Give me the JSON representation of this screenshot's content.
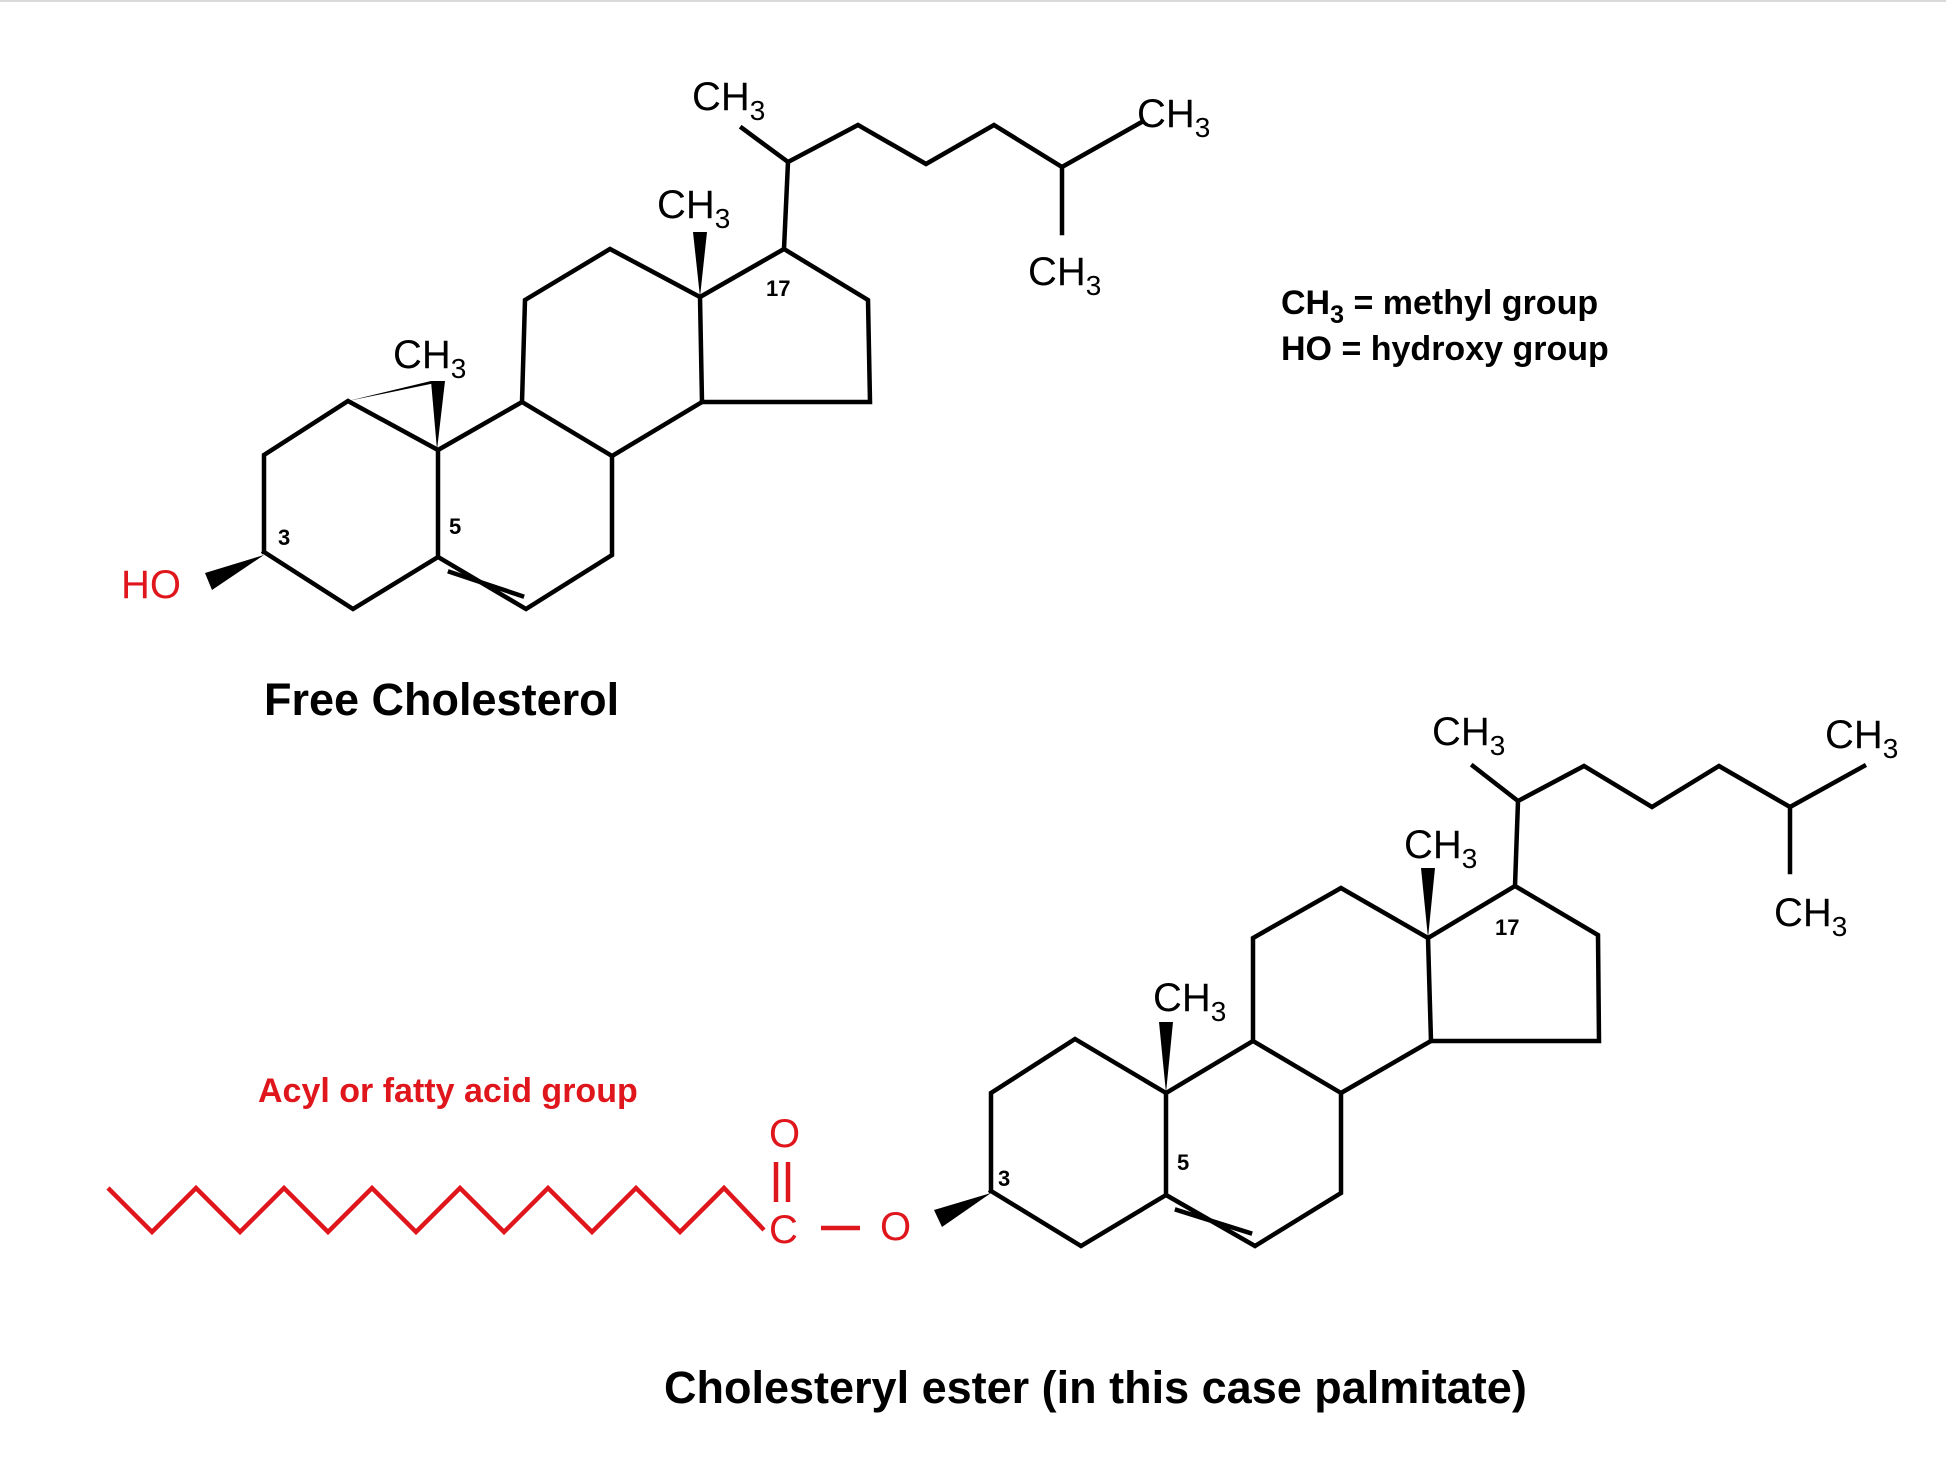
{
  "labels": {
    "ch": "CH",
    "sub3": "3",
    "ho": "HO",
    "c3": "3",
    "c5": "5",
    "c17": "17",
    "o": "O",
    "c": "C"
  },
  "legend": {
    "methyl_tail": " = methyl group",
    "hydroxy": "HO = hydroxy group"
  },
  "captions": {
    "free": "Free Cholesterol",
    "ester": "Cholesteryl ester (in this case palmitate)",
    "acyl": "Acyl or fatty acid group"
  },
  "colors": {
    "bond": "#000000",
    "highlight": "#e0161d"
  }
}
